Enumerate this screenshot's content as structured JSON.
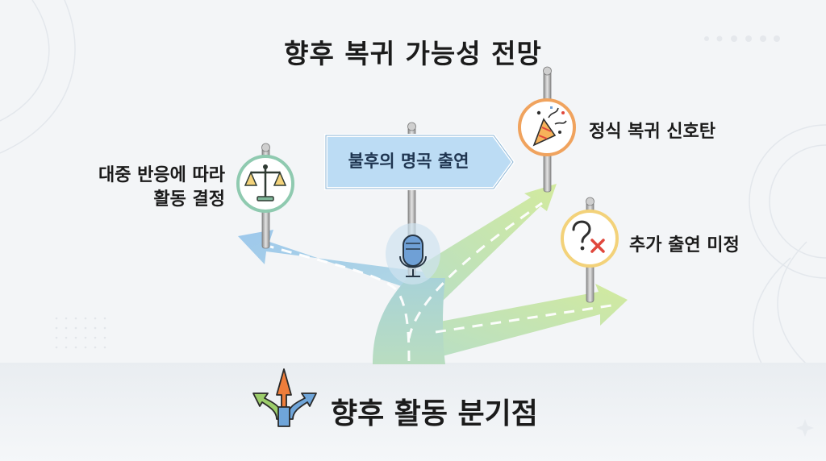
{
  "title": "향후 복귀 가능성 전망",
  "footer_title": "향후 활동 분기점",
  "center_sign": "불후의 명곡 출연",
  "branches": {
    "left": {
      "line1": "대중 반응에 따라",
      "line2": "활동 결정",
      "icon": "scales-icon"
    },
    "top_right": {
      "label": "정식 복귀 신호탄",
      "icon": "party-popper-icon"
    },
    "right": {
      "label": "추가 출연 미정",
      "icon": "question-x-icon"
    }
  },
  "colors": {
    "road_blue": "#a9cdea",
    "road_green": "#c3e2a0",
    "sign_blue": "#bcdcf4",
    "ring_green": "#8fcab0",
    "ring_orange": "#f0a35e",
    "ring_yellow": "#f3d27a",
    "accent_red": "#e0473c"
  }
}
